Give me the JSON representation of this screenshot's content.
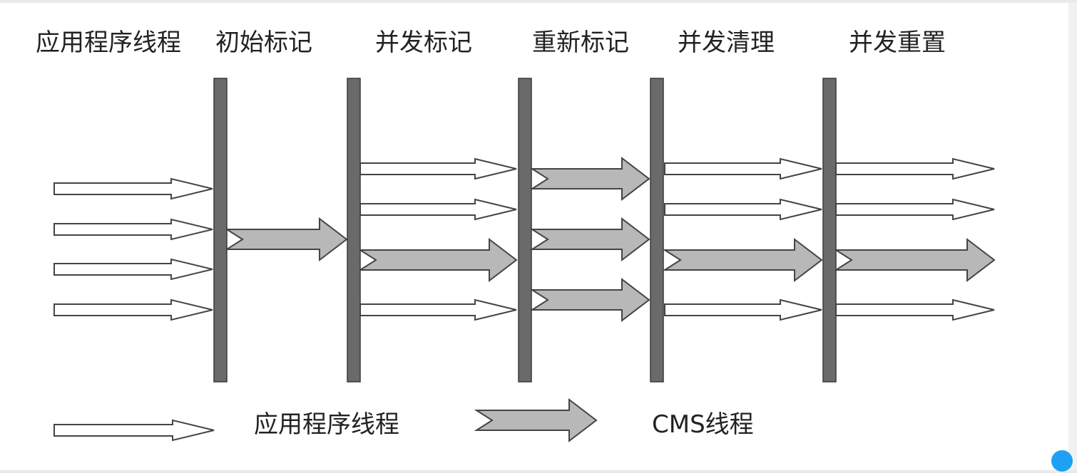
{
  "phases": [
    "应用程序线程",
    "初始标记",
    "并发标记",
    "重新标记",
    "并发清理",
    "并发重置"
  ],
  "legend": {
    "app_thread_label": "应用程序线程",
    "cms_thread_label": "CMS线程"
  },
  "colors": {
    "bar": "#6a6a6a",
    "cms_arrow_fill": "#b8b8b8",
    "app_arrow_fill": "#ffffff",
    "stroke": "#444444",
    "indicator_dot": "#1ea1f2"
  }
}
